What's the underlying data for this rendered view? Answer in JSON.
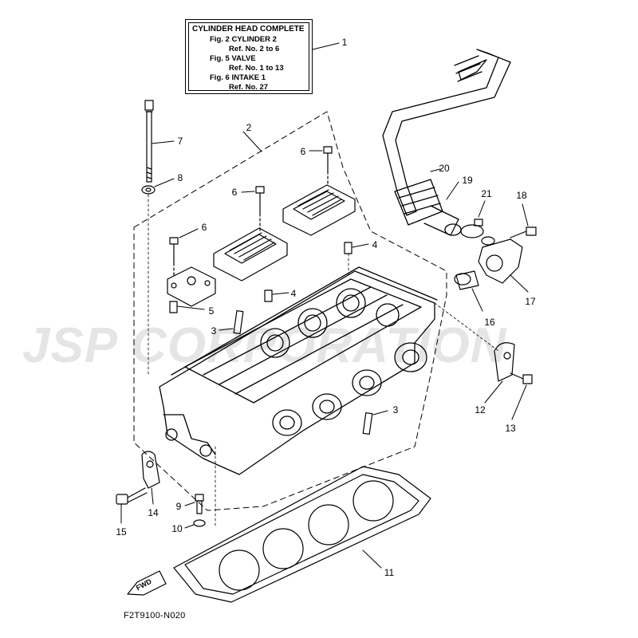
{
  "title_box": {
    "line1": "CYLINDER HEAD COMPLETE",
    "line2": "Fig.  2 CYLINDER 2",
    "line3": "Ref. No. 2 to 6",
    "line4": "Fig.  5 VALVE",
    "line5": "Ref. No. 1 to 13",
    "line6": "Fig.  6 INTAKE 1",
    "line7": "Ref. No. 27"
  },
  "watermark": "JSP CORPORATION",
  "fwd_label": "FWD",
  "figure_code": "F2T9100-N020",
  "callouts": {
    "c1": "1",
    "c2": "2",
    "c3a": "3",
    "c3b": "3",
    "c4a": "4",
    "c4b": "4",
    "c5": "5",
    "c6a": "6",
    "c6b": "6",
    "c6c": "6",
    "c7": "7",
    "c8": "8",
    "c9": "9",
    "c10": "10",
    "c11": "11",
    "c12": "12",
    "c13": "13",
    "c14": "14",
    "c15": "15",
    "c16": "16",
    "c17": "17",
    "c18": "18",
    "c19": "19",
    "c20": "20",
    "c21": "21"
  }
}
